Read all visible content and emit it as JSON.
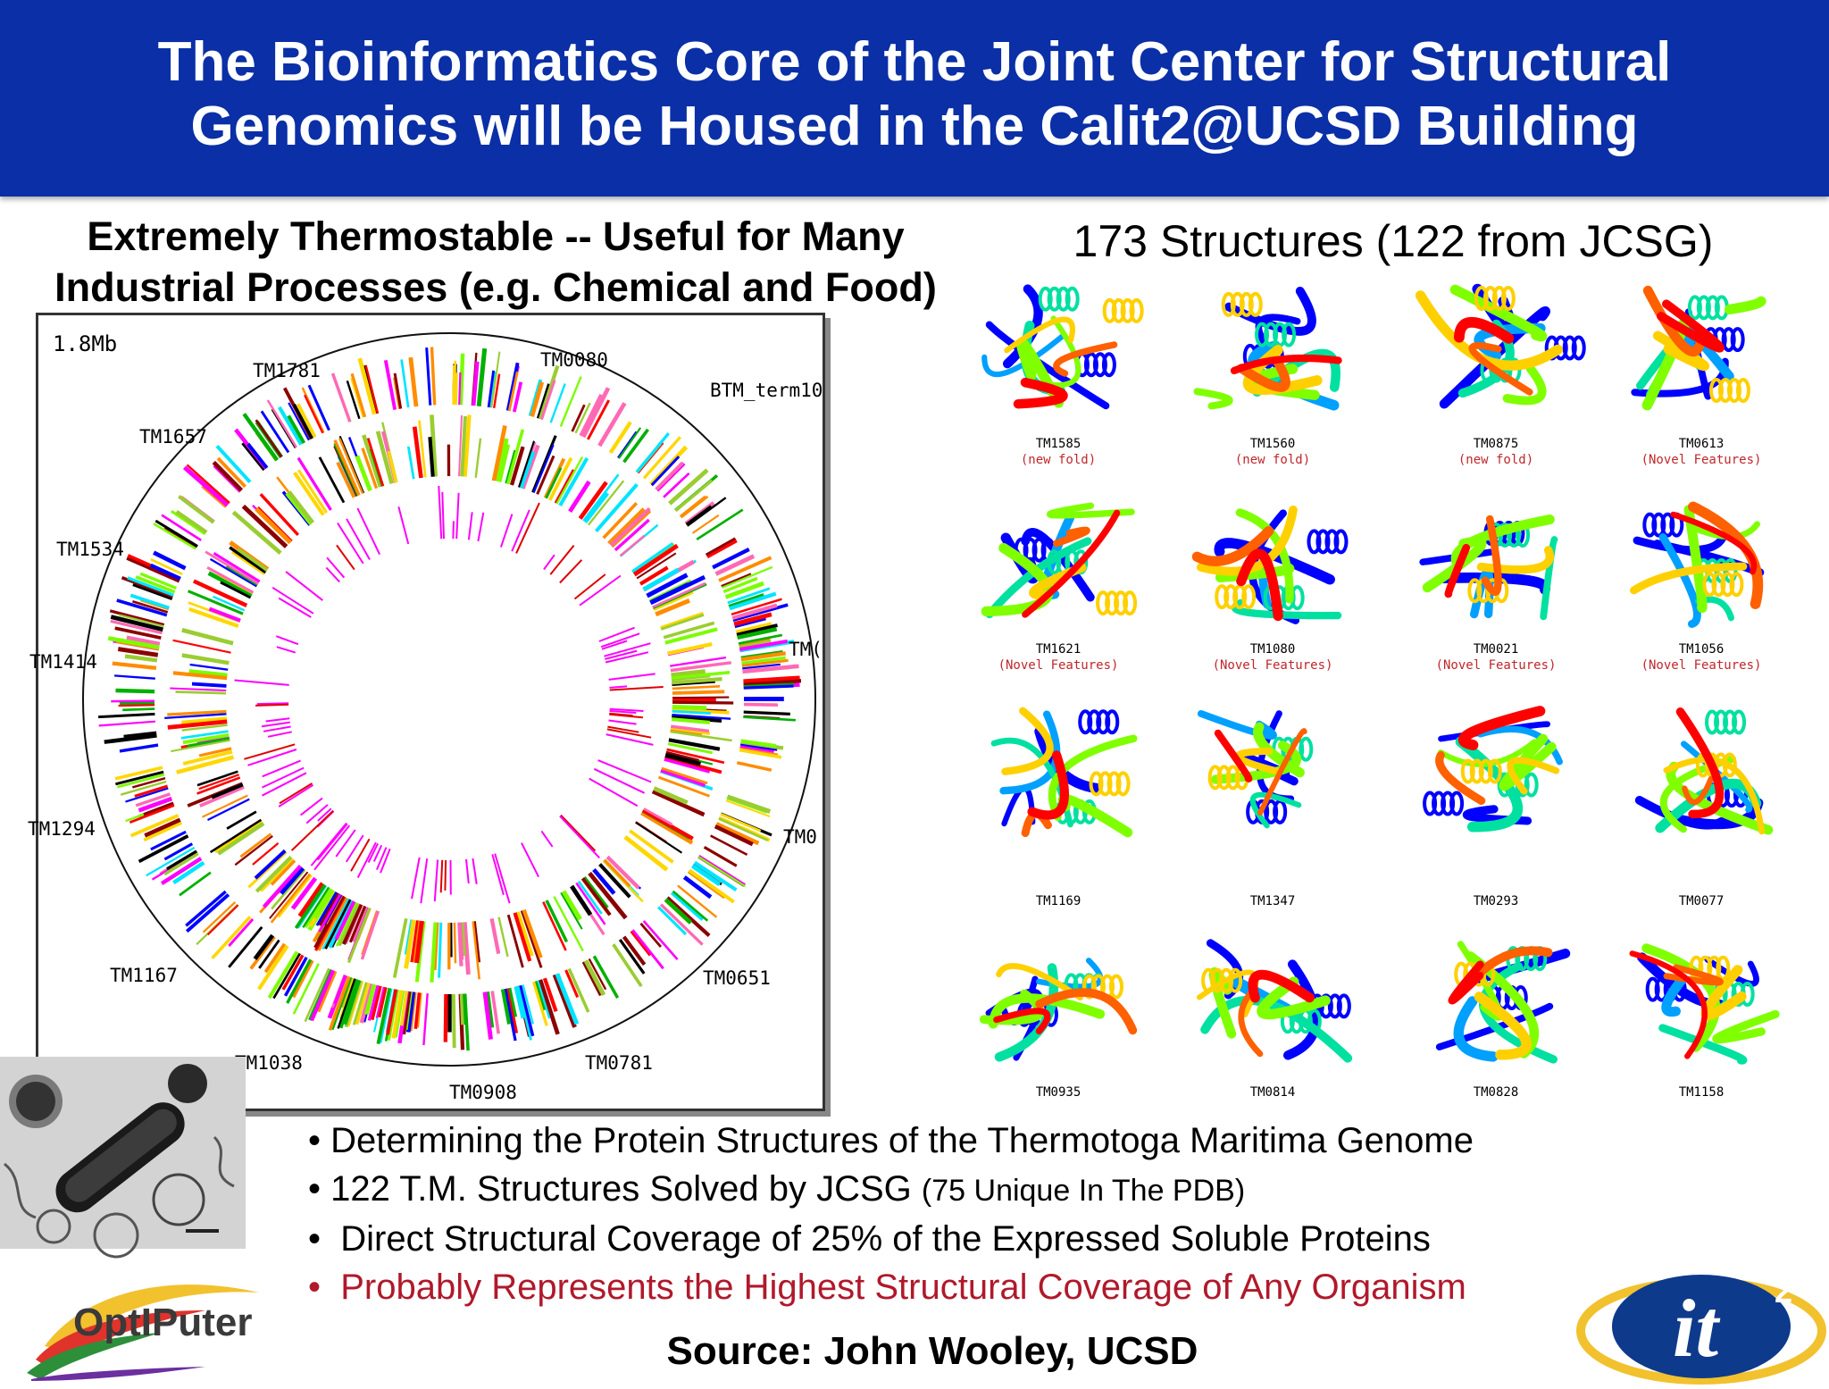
{
  "title": {
    "line1": "The Bioinformatics Core of the Joint Center for Structural",
    "line2": "Genomics will be Housed in the Calit2@UCSD Building"
  },
  "left_heading": {
    "line1": "Extremely Thermostable -- Useful for Many",
    "line2": "Industrial Processes (e.g. Chemical and Food)"
  },
  "right_heading": "173 Structures (122 from JCSG)",
  "genome_map": {
    "size_label": "1.8Mb",
    "labels": {
      "tm1781": "TM1781",
      "tm0080": "TM0080",
      "btm": "BTM_term10",
      "tm1657": "TM1657",
      "tm1534": "TM1534",
      "tm1414": "TM1414",
      "tm_right1": "TM(",
      "tm1294": "TM1294",
      "tm_right2": "TM0",
      "tm1167": "TM1167",
      "tm0651": "TM0651",
      "tm1038": "TM1038",
      "tm0781": "TM0781",
      "tm0908": "TM0908"
    },
    "ring_colors": [
      "#ff00ff",
      "#00b000",
      "#ffd700",
      "#0000ff",
      "#ff0000",
      "#00e5ff",
      "#7cfc00",
      "#8b0000",
      "#ff8c00",
      "#000000",
      "#9acd32",
      "#ff69b4"
    ]
  },
  "structures": [
    {
      "id": "TM1585",
      "note": "(new fold)"
    },
    {
      "id": "TM1560",
      "note": "(new fold)"
    },
    {
      "id": "TM0875",
      "note": "(new fold)"
    },
    {
      "id": "TM0613",
      "note": "(Novel Features)"
    },
    {
      "id": "TM1621",
      "note": "(Novel Features)"
    },
    {
      "id": "TM1080",
      "note": "(Novel Features)"
    },
    {
      "id": "TM0021",
      "note": "(Novel Features)"
    },
    {
      "id": "TM1056",
      "note": "(Novel Features)"
    },
    {
      "id": "TM1169",
      "note": ""
    },
    {
      "id": "TM1347",
      "note": ""
    },
    {
      "id": "TM0293",
      "note": ""
    },
    {
      "id": "TM0077",
      "note": ""
    },
    {
      "id": "TM0935",
      "note": ""
    },
    {
      "id": "TM0814",
      "note": ""
    },
    {
      "id": "TM0828",
      "note": ""
    },
    {
      "id": "TM1158",
      "note": ""
    }
  ],
  "bullets": {
    "b1": "Determining the Protein Structures of the Thermotoga Maritima Genome",
    "b2_main": "122 T.M. Structures Solved by JCSG",
    "b2_small": "(75 Unique In The PDB)",
    "b3": "Direct Structural Coverage of 25% of the Expressed Soluble Proteins",
    "b4": "Probably Represents the Highest Structural Coverage of Any Organism",
    "bullet_char": "•"
  },
  "source": "Source: John Wooley, UCSD",
  "logos": {
    "optiputer": "OptIPuter",
    "it2_main": "it",
    "it2_sup": "2"
  },
  "colors": {
    "banner": "#0a2fa6",
    "highlight": "#b0192b"
  }
}
